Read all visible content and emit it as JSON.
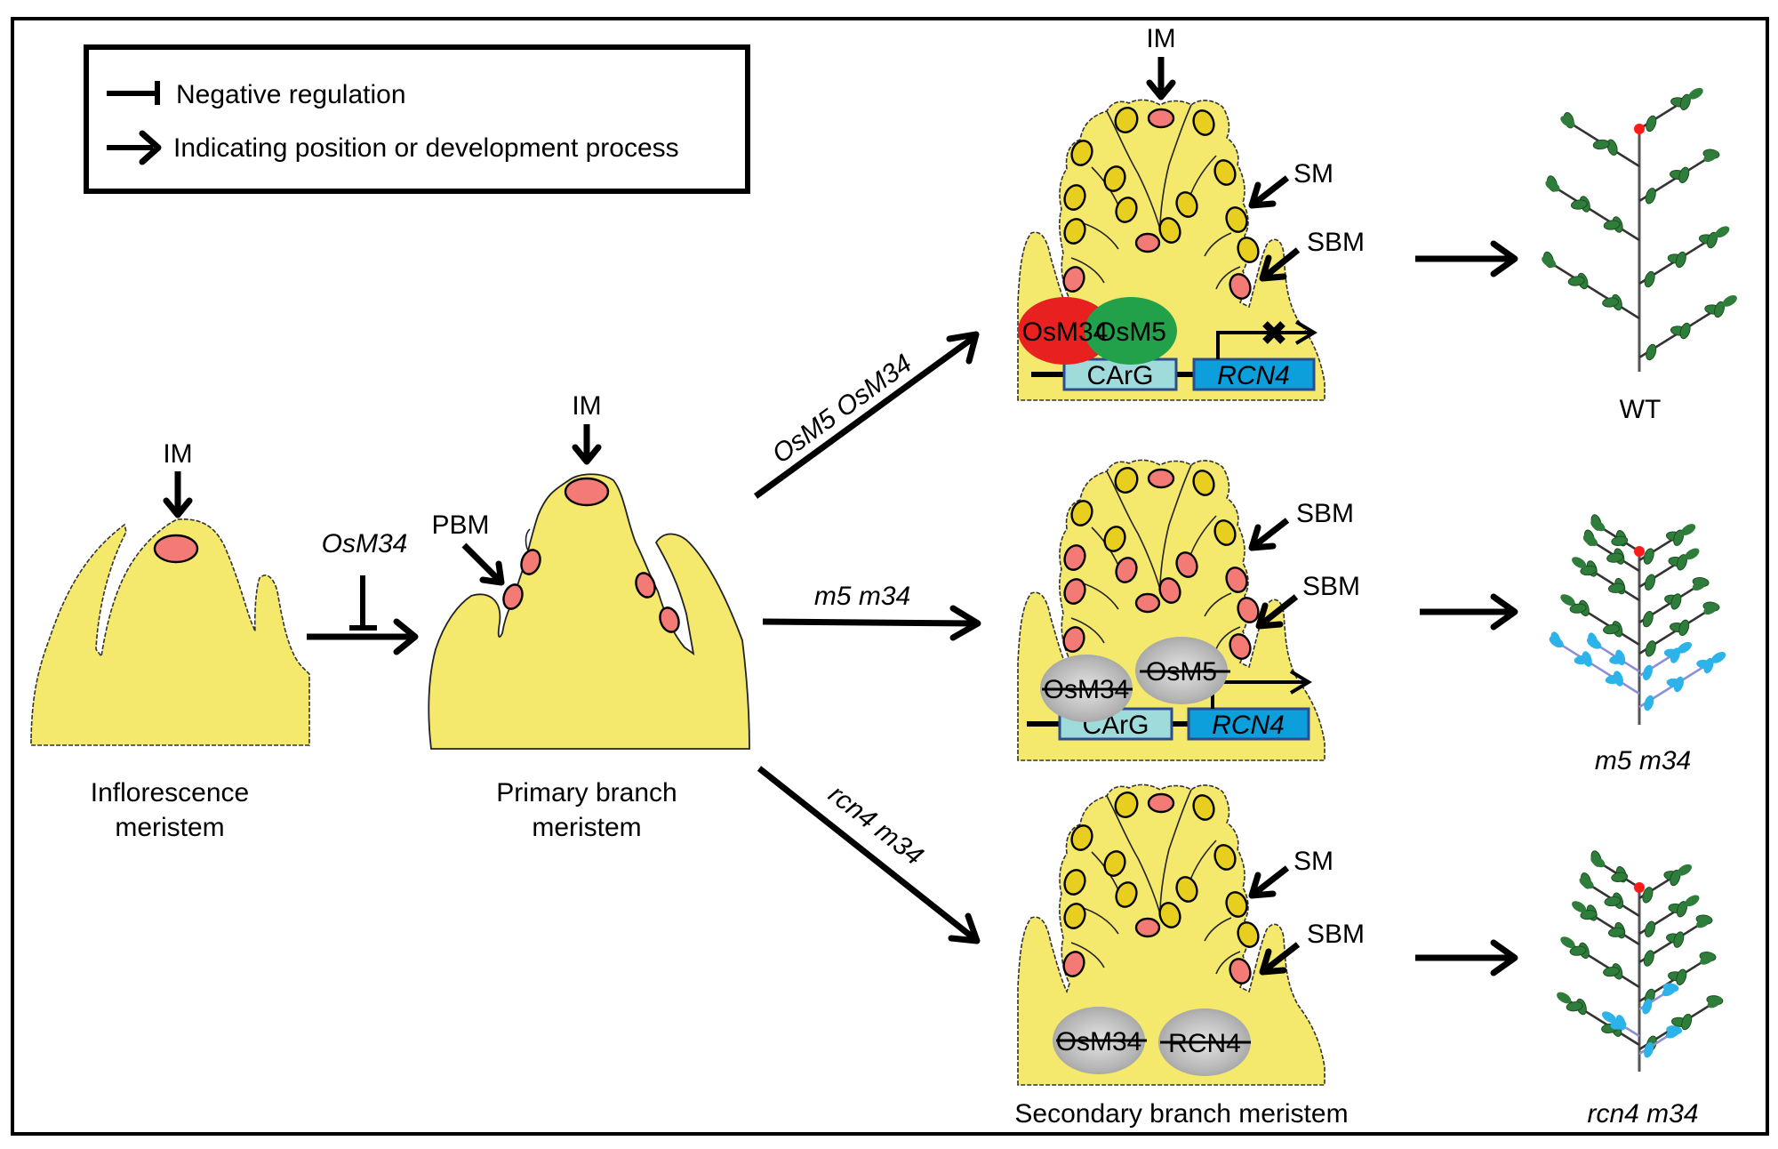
{
  "figure": {
    "legend": {
      "items": [
        {
          "icon": "inhibition-bar-icon",
          "label": "Negative regulation"
        },
        {
          "icon": "arrow-right-icon",
          "label": "Indicating position or development process"
        }
      ]
    },
    "stages": {
      "inflorescence": {
        "marker_label": "IM",
        "caption_line1": "Inflorescence",
        "caption_line2": "meristem"
      },
      "primary": {
        "marker_label": "IM",
        "pbm_label": "PBM",
        "caption_line1": "Primary branch",
        "caption_line2": "meristem"
      },
      "secondary_caption": "Secondary branch meristem"
    },
    "transition": {
      "inhibitor_label": "OsM34"
    },
    "pathways": [
      {
        "arrow_label": "OsM5 OsM34",
        "top_marker": "IM",
        "arrow_labels": [
          "SM",
          "SBM"
        ],
        "proteins": [
          {
            "name": "OsM34",
            "state": "active",
            "color": "#e8201f"
          },
          {
            "name": "OsM5",
            "state": "active",
            "color": "#22a04a"
          }
        ],
        "promoter": {
          "element": "CArG",
          "gene": "RCN4",
          "transcription": "blocked"
        },
        "phenotype_label": "WT"
      },
      {
        "arrow_label": "m5 m34",
        "arrow_labels": [
          "SBM",
          "SBM"
        ],
        "proteins": [
          {
            "name": "OsM34",
            "state": "mutant",
            "color": "#b0b0b0"
          },
          {
            "name": "OsM5",
            "state": "mutant",
            "color": "#b0b0b0"
          }
        ],
        "promoter": {
          "element": "CArG",
          "gene": "RCN4",
          "transcription": "active"
        },
        "phenotype_label": "m5 m34"
      },
      {
        "arrow_label": "rcn4 m34",
        "arrow_labels": [
          "SM",
          "SBM"
        ],
        "proteins": [
          {
            "name": "OsM34",
            "state": "mutant",
            "color": "#b0b0b0"
          },
          {
            "name": "RCN4",
            "state": "mutant",
            "color": "#b0b0b0"
          }
        ],
        "phenotype_label": "rcn4 m34"
      }
    ],
    "colors": {
      "tissue": "#f4e96c",
      "meristem_cell_pink": "#f47a76",
      "meristem_cell_yellow": "#e8cf1f",
      "carg_box": "#9fdbdb",
      "rcn4_box": "#0d9fdc",
      "box_border": "#2b4d8c",
      "leaf_green": "#2e7d3a",
      "leaf_blue": "#2bb3ea",
      "apex_red": "#ff1a1a"
    }
  }
}
